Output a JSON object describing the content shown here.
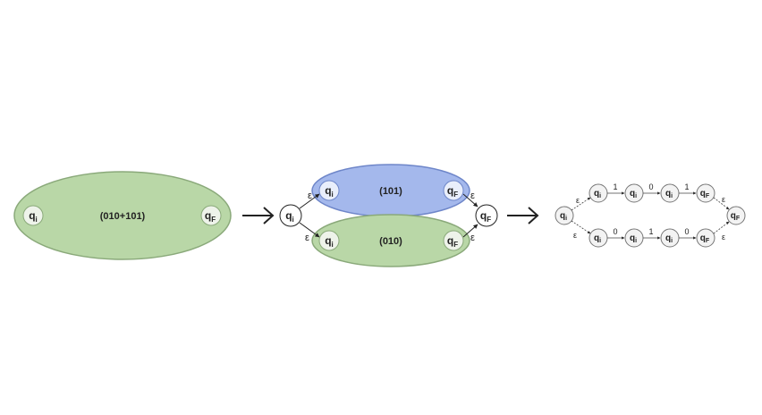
{
  "colors": {
    "green_fill": "#b9d7a7",
    "green_stroke": "#8aa97a",
    "blue_fill": "#a4b8ec",
    "blue_stroke": "#6e86c9",
    "state_fill_light": "#eef3ea",
    "state_fill_white": "#ffffff",
    "stroke": "#222222"
  },
  "state": {
    "q": "q",
    "sub_i": "i",
    "sub_F": "F"
  },
  "epsilon": "ε",
  "panel1": {
    "expr": "(010+101)"
  },
  "panel2": {
    "upper_expr": "(101)",
    "lower_expr": "(010)"
  },
  "panel3": {
    "upper_symbols": [
      "1",
      "0",
      "1"
    ],
    "lower_symbols": [
      "0",
      "1",
      "0"
    ]
  },
  "arrow_icon": "right-arrow"
}
